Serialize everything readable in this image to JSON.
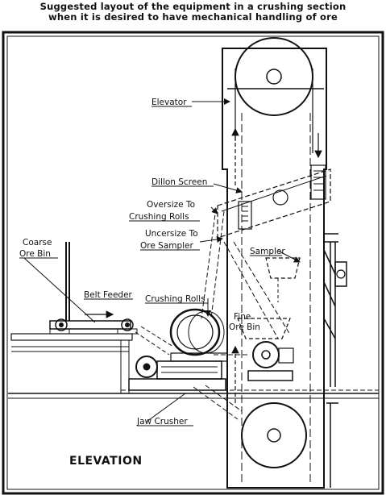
{
  "title": {
    "line1": "Suggested layout of the equipment in a crushing section",
    "line2": "when it is desired to have mechanical handling of ore"
  },
  "labels": {
    "elevator": "Elevator",
    "dillon_screen": "Dillon Screen",
    "oversize_line1": "Oversize To",
    "oversize_line2": "Crushing Rolls",
    "undersize_line1": "Uncersize To",
    "undersize_line2": "Ore Sampler",
    "sampler": "Sampler",
    "coarse_bin_line1": "Coarse",
    "coarse_bin_line2": "Ore Bin",
    "belt_feeder": "Belt Feeder",
    "crushing_rolls": "Crushing Rolls",
    "fine_bin_line1": "Fine",
    "fine_bin_line2": "Ore Bin",
    "jaw_crusher": "Jaw Crusher",
    "elevation": "ELEVATION"
  }
}
